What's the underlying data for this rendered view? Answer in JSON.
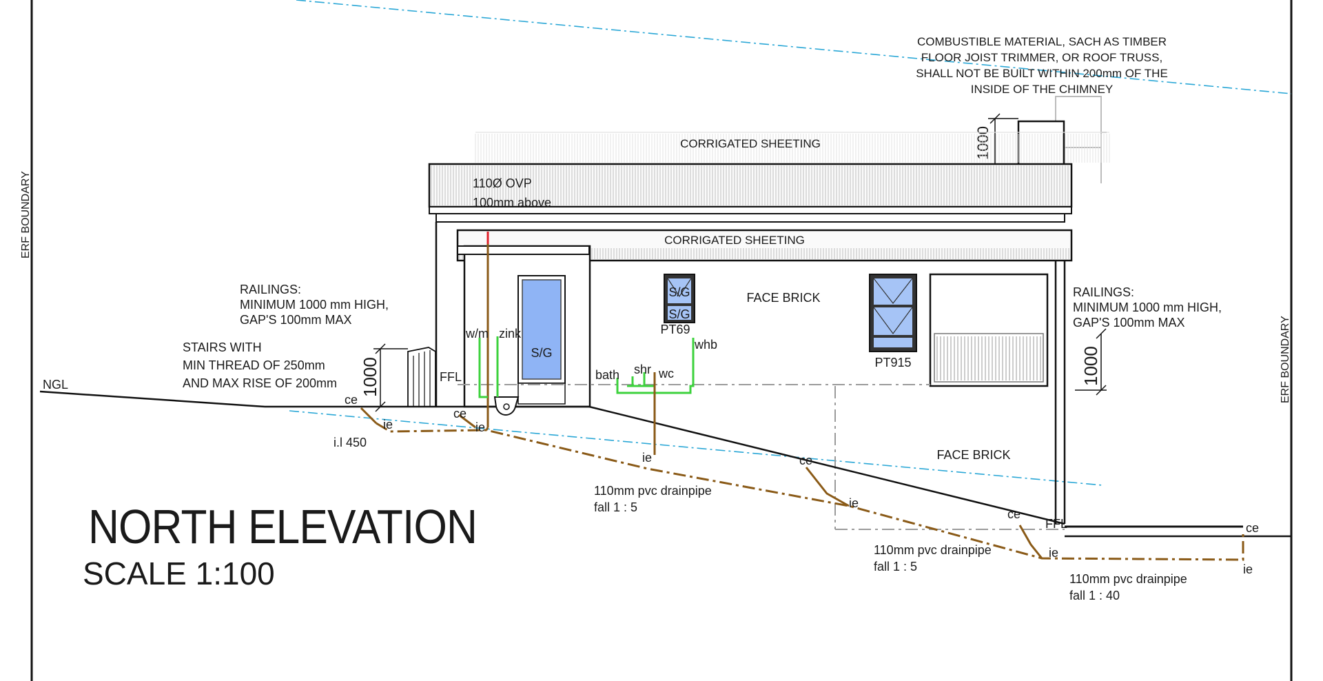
{
  "title": "NORTH ELEVATION",
  "scale": "SCALE 1:100",
  "labels": {
    "erf_left": "ERF BOUNDARY",
    "erf_right": "ERF BOUNDARY",
    "ngl": "NGL",
    "roof_upper": "CORRIGATED SHEETING",
    "roof_lower": "CORRIGATED SHEETING",
    "ovp_line1": "110Ø OVP",
    "ovp_line2": "100mm above",
    "chimney_note": [
      "COMBUSTIBLE MATERIAL, SACH AS TIMBER",
      "FLOOR JOIST TRIMMER, OR ROOF TRUSS,",
      "SHALL NOT BE BUILT WITHIN 200mm OF THE",
      "INSIDE OF THE CHIMNEY"
    ],
    "chimney_dim": "1000",
    "railings_left": [
      "RAILINGS:",
      "MINIMUM 1000 mm HIGH,",
      "GAP'S 100mm MAX"
    ],
    "railings_right": [
      "RAILINGS:",
      "MINIMUM 1000 mm HIGH,",
      "GAP'S 100mm MAX"
    ],
    "stairs": [
      "STAIRS WITH",
      "MIN THREAD OF 250mm",
      "AND MAX RISE OF 200mm"
    ],
    "dim_left": "1000",
    "dim_right": "1000",
    "ffl_left": "FFL",
    "ffl_right": "FFL",
    "face_brick_upper": "FACE BRICK",
    "face_brick_lower": "FACE BRICK",
    "door_sg": "S/G",
    "win_sg_top": "S/G",
    "win_sg_bottom": "S/G",
    "pt69": "PT69",
    "pt915": "PT915",
    "wm": "w/m",
    "zink": "zink",
    "bath": "bath",
    "shr": "shr",
    "wc": "wc",
    "whb": "whb",
    "il": "i.l 450",
    "drain1": [
      "110mm pvc drainpipe",
      "fall 1 : 5"
    ],
    "drain2": [
      "110mm pvc drainpipe",
      "fall 1 : 5"
    ],
    "drain3": [
      "110mm pvc drainpipe",
      "fall 1 : 40"
    ],
    "ce": "ce",
    "ie": "ie"
  },
  "colors": {
    "pipe": "#8a5a17",
    "fixture_pipe": "#3cd23c",
    "window_glass": "#8fb4f5",
    "guide_line": "#2aa7d6",
    "vent_red": "#e0202a"
  }
}
